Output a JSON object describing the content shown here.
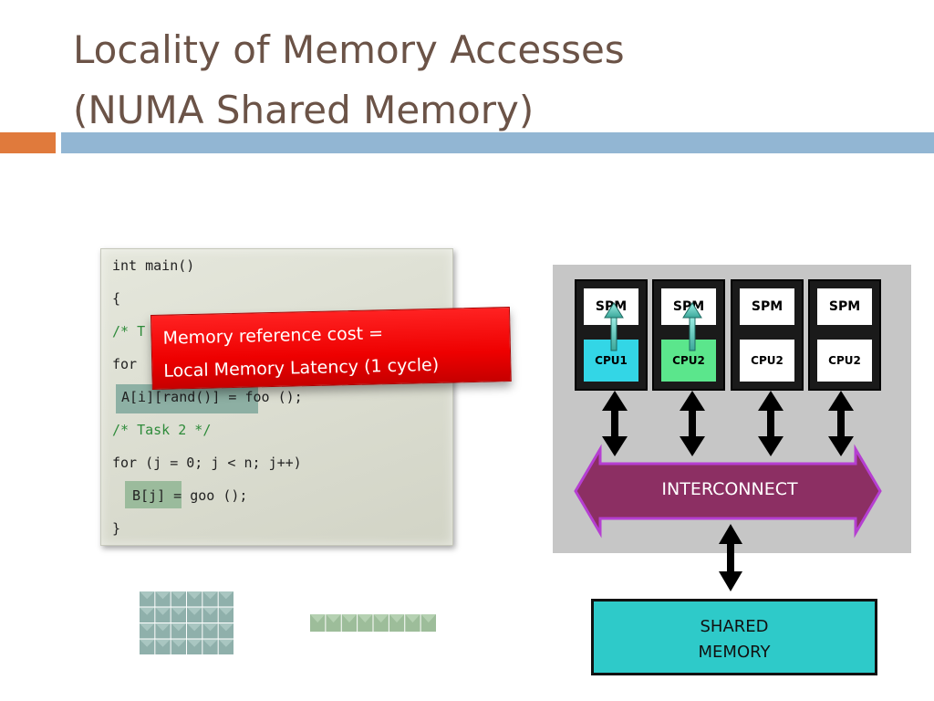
{
  "slide": {
    "title_line1": "Locality of Memory Accesses",
    "title_line2": "(NUMA Shared Memory)"
  },
  "code": {
    "lines": [
      "int main()",
      "{",
      "/* T",
      "for",
      "A[i][rand()] = foo ();",
      "/* Task 2 */",
      "for (j = 0; j < n; j++)",
      "B[j] = goo ();",
      "}"
    ]
  },
  "callout": {
    "line1": "Memory reference cost =",
    "line2": "Local Memory Latency (1 cycle)"
  },
  "architecture": {
    "nodes": [
      {
        "spm": "SPM",
        "cpu": "CPU1",
        "cpu_color": "#33d6e6"
      },
      {
        "spm": "SPM",
        "cpu": "CPU2",
        "cpu_color": "#5be68c"
      },
      {
        "spm": "SPM",
        "cpu": "CPU2",
        "cpu_color": "#ffffff"
      },
      {
        "spm": "SPM",
        "cpu": "CPU2",
        "cpu_color": "#ffffff"
      }
    ],
    "interconnect": "INTERCONNECT",
    "interconnect_color": "#8c2f63",
    "shared_memory_line1": "SHARED",
    "shared_memory_line2": "MEMORY"
  },
  "colors": {
    "title": "#6b5347",
    "accent_orange": "#e07a3c",
    "accent_blue": "#92b6d3",
    "callout_red": "#e00000",
    "comment_green": "#2e8b3a"
  }
}
